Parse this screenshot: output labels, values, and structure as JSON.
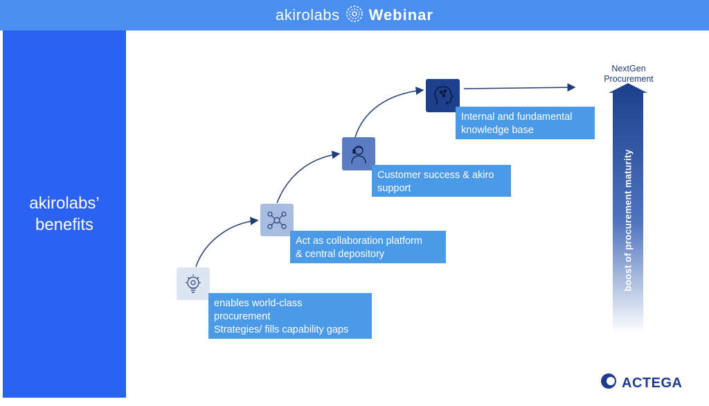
{
  "header": {
    "brand": "akirolabs",
    "title": "Webinar",
    "brand_icon": "spiral-logo-icon"
  },
  "sidebar": {
    "title": "akirolabs’ benefits"
  },
  "steps": [
    {
      "icon": "lightbulb-gear-icon",
      "lines": [
        "enables world-class",
        "procurement",
        "Strategies/ fills capability gaps"
      ]
    },
    {
      "icon": "network-people-icon",
      "lines": [
        "Act as collaboration platform",
        "& central depository"
      ]
    },
    {
      "icon": "headset-person-icon",
      "lines": [
        "Customer success & akiro",
        "support"
      ]
    },
    {
      "icon": "brain-circuit-icon",
      "lines": [
        "Internal and fundamental",
        "knowledge base"
      ]
    }
  ],
  "maturity": {
    "label": "boost of procurement maturity",
    "target_lines": [
      "NextGen",
      "Procurement"
    ]
  },
  "footer": {
    "logo_text": "ACTEGA",
    "logo_icon": "actega-logo-icon"
  },
  "colors": {
    "header": "#4a8ff0",
    "sidebar": "#2c62f2",
    "label": "#4a9ae8",
    "arrow": "#1f3b7a"
  }
}
